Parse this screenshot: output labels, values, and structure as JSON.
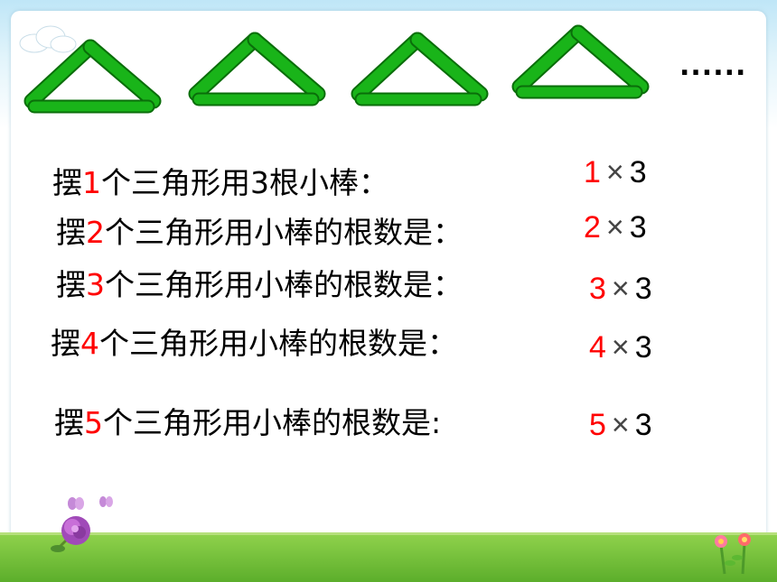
{
  "ellipsis": "......",
  "rows": [
    {
      "prefix": "摆",
      "num": "1",
      "suffix": "个三角形用3根小棒：",
      "res_num": "1",
      "times": "×",
      "three": "3"
    },
    {
      "prefix": "摆",
      "num": "2",
      "suffix": "个三角形用小棒的根数是：",
      "res_num": "2",
      "times": "×",
      "three": "3"
    },
    {
      "prefix": "摆",
      "num": "3",
      "suffix": "个三角形用小棒的根数是：",
      "res_num": "3",
      "times": "×",
      "three": "3"
    },
    {
      "prefix": "摆",
      "num": "4",
      "suffix": "个三角形用小棒的根数是：",
      "res_num": "4",
      "times": "×",
      "three": "3"
    },
    {
      "prefix": "摆",
      "num": "5",
      "suffix": "个三角形用小棒的根数是:",
      "res_num": "5",
      "times": "×",
      "three": "3"
    }
  ],
  "colors": {
    "stick": "#19b419",
    "stick_edge": "#0a6e0a",
    "highlight": "#ff0000",
    "grass": "#6cbf35"
  },
  "icons": [
    "cloud-icon",
    "stick-triangle-icon",
    "butterfly-icon",
    "rose-icon",
    "small-flowers-icon"
  ]
}
